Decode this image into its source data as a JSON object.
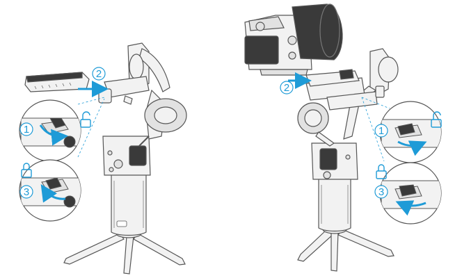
{
  "colors": {
    "accent": "#1e9bd7",
    "line": "#555555",
    "fill_light": "#f2f2f2",
    "fill_mid": "#e2e2e2",
    "fill_dark": "#3a3a3a"
  },
  "left_panel": {
    "steps": {
      "step1": "1",
      "step2": "2",
      "step3": "3"
    },
    "icons": {
      "step1": "unlock-icon",
      "step3": "lock-icon"
    }
  },
  "right_panel": {
    "steps": {
      "step1": "1",
      "step2": "2",
      "step3": "3"
    },
    "icons": {
      "step1": "unlock-icon",
      "step3": "lock-icon"
    }
  }
}
